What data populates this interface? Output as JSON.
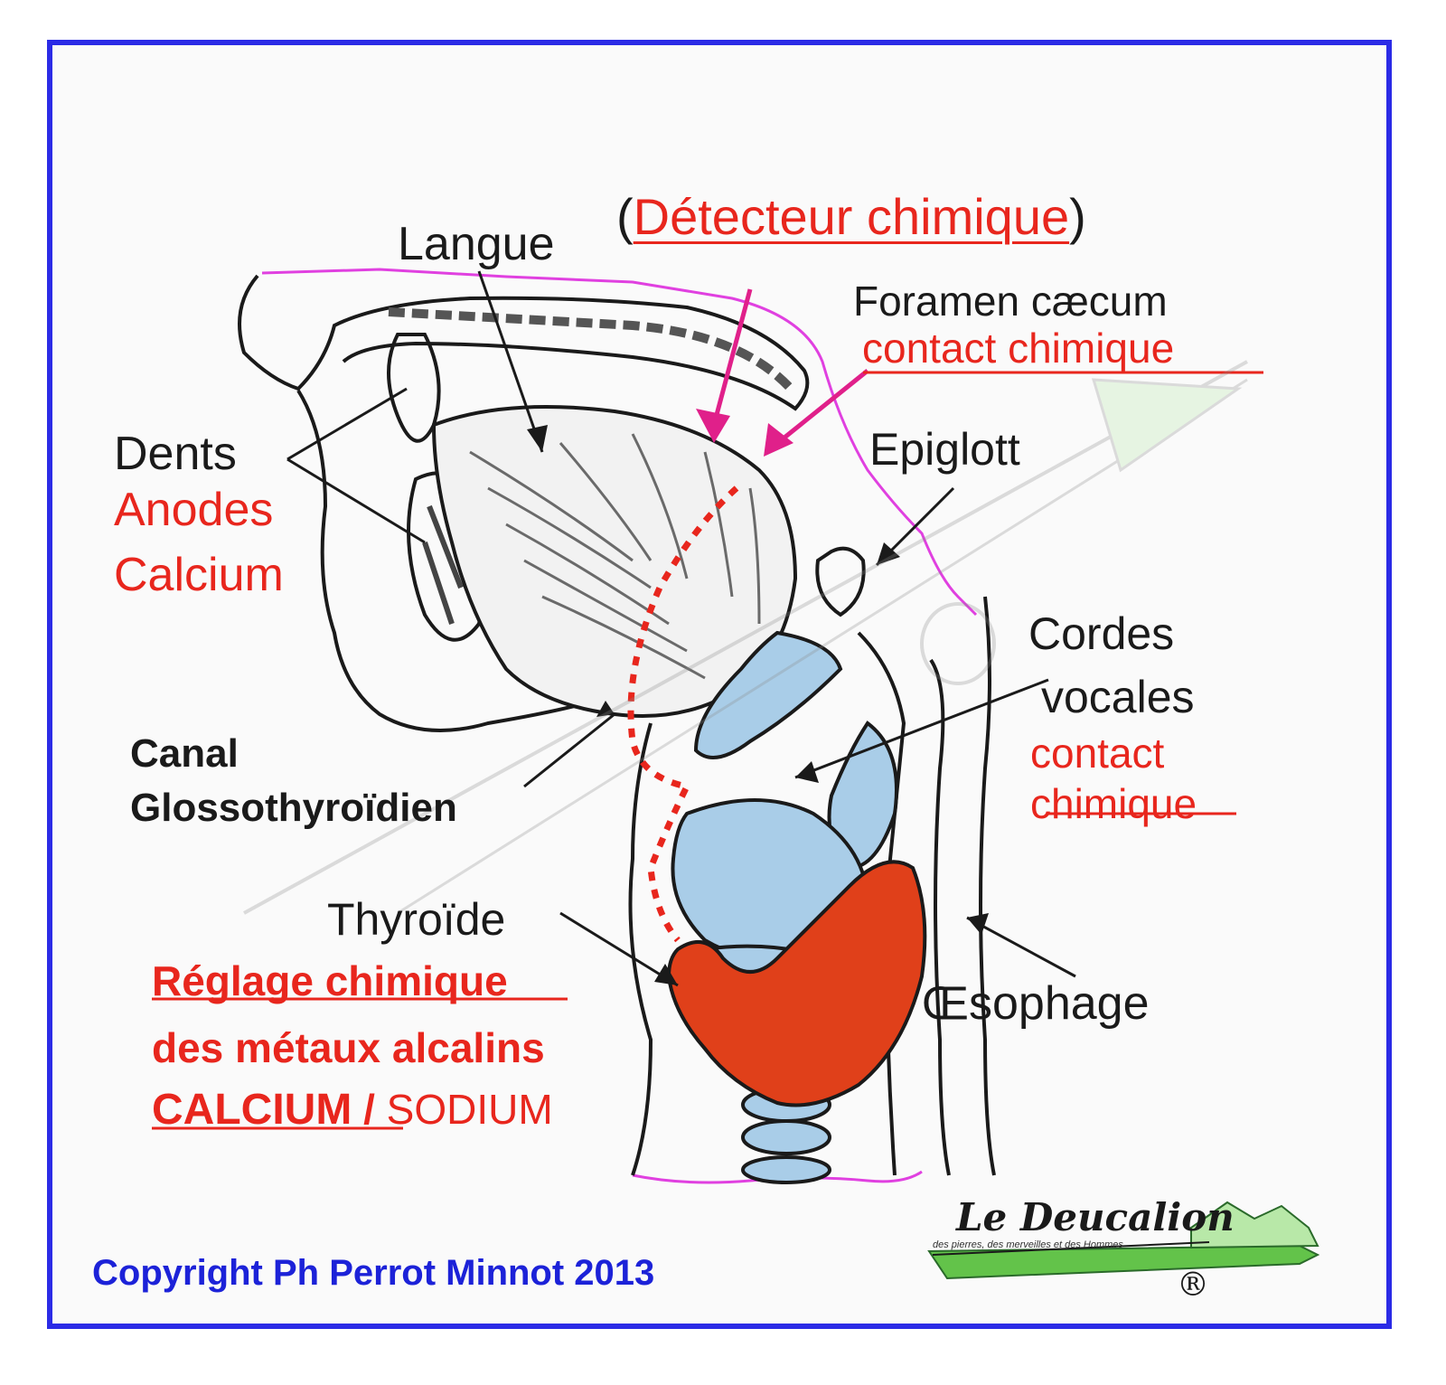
{
  "title": {
    "open_paren": "(",
    "text": "Détecteur chimique",
    "close_paren": ")"
  },
  "labels": {
    "langue": "Langue",
    "foramen_caecum": "Foramen cæcum",
    "foramen_contact": "contact chimique",
    "dents": "Dents",
    "anodes": "Anodes",
    "calcium": "Calcium",
    "epiglotte": "Epiglott",
    "cordes": "Cordes",
    "vocales": "vocales",
    "cordes_contact": "contact",
    "cordes_chimique": "chimique",
    "canal": "Canal",
    "glossothyroidien": "Glossothyroïdien",
    "thyroide": "Thyroïde",
    "oesophage": "Œsophage",
    "reglage_line1": "Réglage chimique",
    "reglage_line2": "des métaux alcalins",
    "reglage_calcium": "CALCIUM",
    "reglage_sep": " / ",
    "reglage_sodium": "SODIUM"
  },
  "copyright": "Copyright Ph Perrot Minnot 2013",
  "logo": {
    "name": "Le Deucalion",
    "tagline": "des pierres, des merveilles et des Hommes",
    "registered": "®"
  },
  "colors": {
    "frame": "#2b2be6",
    "label_red": "#e8261d",
    "thyroid": "#e0401a",
    "cartilage": "#a9cde8",
    "outline_magenta": "#e040e0",
    "arrow_magenta": "#e0208a",
    "copyright_blue": "#1c22d8"
  }
}
